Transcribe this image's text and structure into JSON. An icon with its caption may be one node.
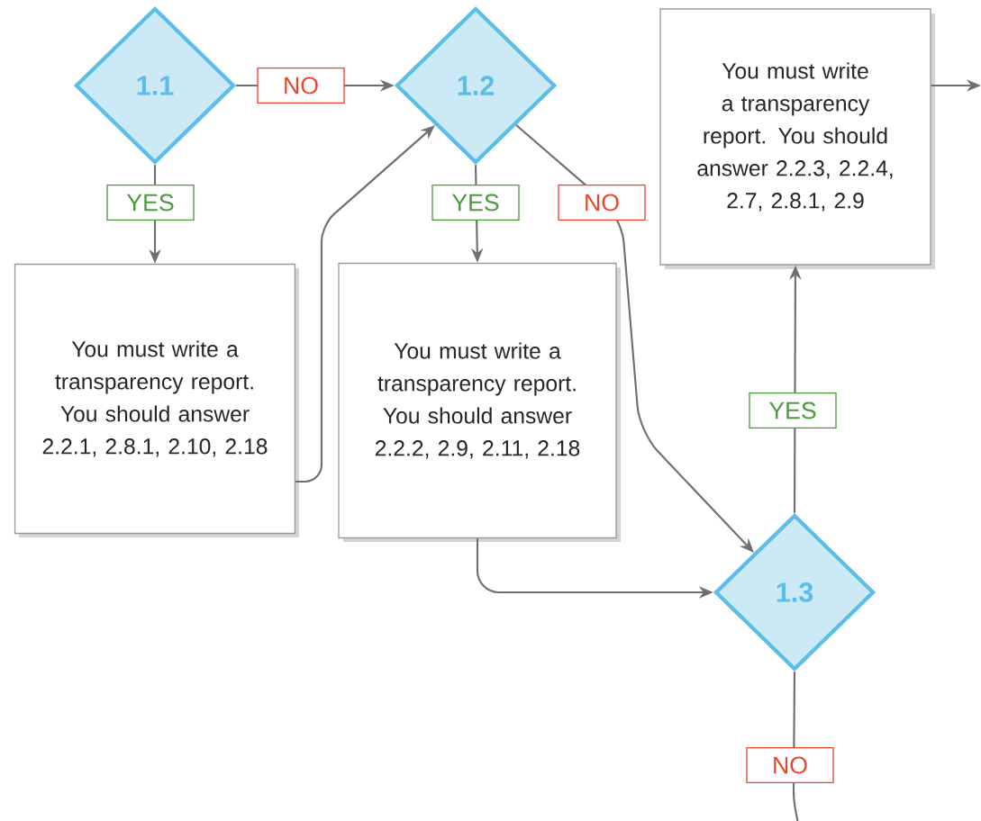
{
  "diagram": {
    "nodes": [
      {
        "text": [
          "1.1"
        ]
      },
      {
        "text": [
          "1.2"
        ]
      },
      {
        "text": [
          "You must write a transparency report. You should answer 2.2.1, 2.8.1, 2.10, 2.18"
        ]
      },
      {
        "text": [
          "You must write a transparency report. You should answer 2.2.2, 2.9, 2.11, 2.18"
        ]
      },
      {
        "text": [
          "1.3"
        ]
      },
      {
        "text": [
          "You must write a transparency report. You should answer 2.2.3, 2.2.4, 2.7, 2.8.1, 2.9"
        ]
      }
    ],
    "edges": [
      {
        "from": 0,
        "to": 1,
        "arrow": "to",
        "label": "NO"
      },
      {
        "from": 0,
        "to": 2,
        "arrow": "to",
        "label": "YES"
      },
      {
        "from": 2,
        "to": 1,
        "arrow": "to"
      },
      {
        "from": 1,
        "to": 3,
        "arrow": "to",
        "label": "YES"
      },
      {
        "from": 1,
        "to": 4,
        "arrow": "to",
        "label": "NO"
      },
      {
        "from": 3,
        "to": 4,
        "arrow": "to"
      },
      {
        "from": 4,
        "to": 5,
        "arrow": "to",
        "label": "YES"
      },
      {
        "from": 4,
        "to": null,
        "arrow": "none",
        "label": "NO"
      },
      {
        "from": 5,
        "to": null,
        "arrow": "to"
      }
    ]
  }
}
